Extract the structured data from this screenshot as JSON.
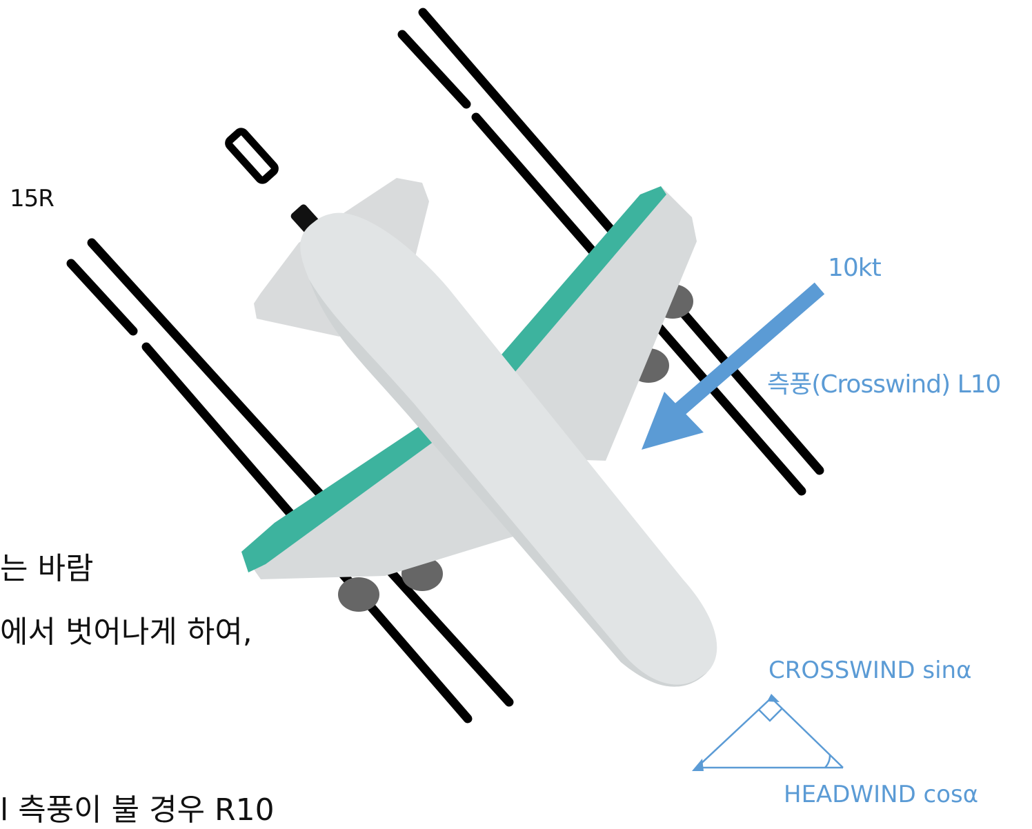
{
  "diagram": {
    "runway_designator": "15R",
    "wind_speed_label": "10kt",
    "crosswind_label": "측풍(Crosswind)  L10",
    "crosswind_formula": "CROSSWIND sinα",
    "headwind_formula": "HEADWIND cosα"
  },
  "body_text": {
    "line1": "는 바람",
    "line2": "에서 벗어나게 하여,",
    "line3": "l 측풍이 불 경우 R10"
  },
  "colors": {
    "wind_arrow": "#5b9bd5",
    "wing_stripe": "#3db39e",
    "aircraft_body": "#e1e4e5",
    "runway_line": "#000000",
    "engine": "#666666"
  }
}
